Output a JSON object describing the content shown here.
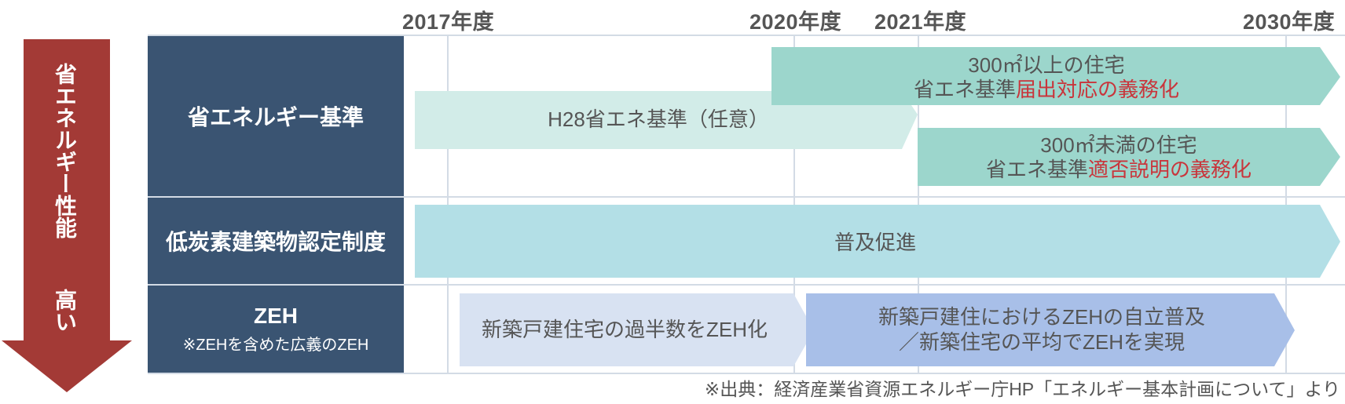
{
  "timeline": {
    "years": [
      "2017年度",
      "2020年度",
      "2021年度",
      "2030年度"
    ]
  },
  "performance_arrow": {
    "label_line1": "省エネルギー性能",
    "label_line2": "高い"
  },
  "rows": [
    {
      "title": "省エネルギー基準",
      "subtitle": ""
    },
    {
      "title": "低炭素建築物認定制度",
      "subtitle": ""
    },
    {
      "title": "ZEH",
      "subtitle": "※ZEHを含めた広義のZEH"
    }
  ],
  "bars": {
    "h28": {
      "text": "H28省エネ基準（任意）"
    },
    "over300": {
      "line1": "300㎡以上の住宅",
      "line2_prefix": "省エネ基準",
      "line2_highlight": "届出対応の義務化"
    },
    "under300": {
      "line1": "300㎡未満の住宅",
      "line2_prefix": "省エネ基準",
      "line2_highlight": "適否説明の義務化"
    },
    "low_carbon": {
      "text": "普及促進"
    },
    "zeh_majority": {
      "text": "新築戸建住宅の過半数をZEH化"
    },
    "zeh_independent": {
      "line1": "新築戸建住における​ZEHの自立普及",
      "line2": "／新築住宅の平均でZEHを実現"
    }
  },
  "source_note": "※出典：経済産業省資源エネルギー庁HP「エネルギー基本計画について」より",
  "colors": {
    "header_bg": "#3a5472",
    "perf_arrow": "#a33a36",
    "teal_dark": "#9cd6cc",
    "teal_light": "#d2ece8",
    "cyan": "#b3dfe6",
    "blue_light": "#d8e2f2",
    "blue": "#a8bfe8",
    "highlight_red": "#c9353b"
  }
}
